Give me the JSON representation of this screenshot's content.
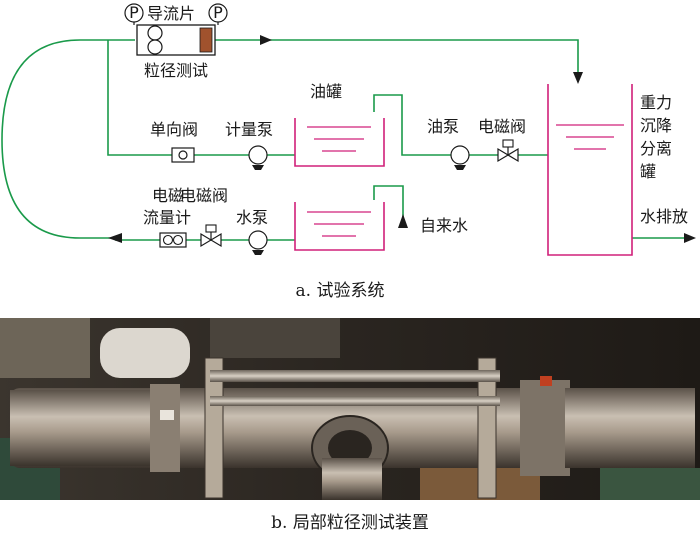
{
  "labels": {
    "p_left": "P",
    "guide": "导流片",
    "p_right": "P",
    "particle_test": "粒径测试",
    "oil_tank": "油罐",
    "check_valve": "单向阀",
    "meter_pump": "计量泵",
    "oil_pump": "油泵",
    "solenoid_valve_top": "电磁阀",
    "gravity_l1": "重力",
    "gravity_l2": "沉降",
    "gravity_l3": "分离",
    "gravity_l4": "罐",
    "flowmeter_l1": "电磁",
    "flowmeter_l2": "流量计",
    "solenoid_valve_bottom": "电磁阀",
    "water_pump": "水泵",
    "tap_water": "自来水",
    "drain": "水排放"
  },
  "captions": {
    "a": "a. 试验系统",
    "b": "b. 局部粒径测试装置"
  },
  "colors": {
    "pipe": "#1a9a4a",
    "tank": "#d0207a",
    "device_outline": "#1a1a1a"
  }
}
